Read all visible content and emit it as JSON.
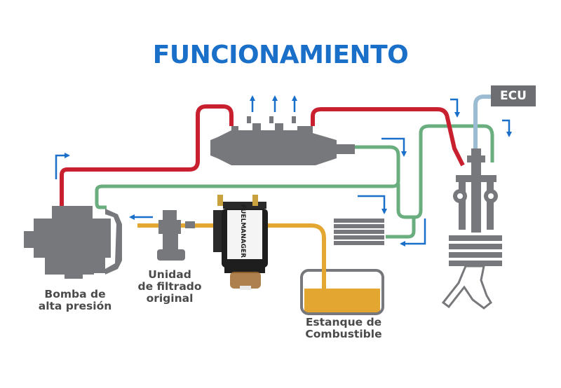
{
  "diagram": {
    "title": "FUNCIONAMIENTO",
    "ecu_label": "ECU",
    "labels": {
      "pump": [
        "Bomba de",
        "alta presión"
      ],
      "original_filter": [
        "Unidad",
        "de filtrado",
        "original"
      ],
      "tank": [
        "Estanque de",
        "Combustible"
      ]
    },
    "filter_brand": "FUELMANAGER",
    "colors": {
      "high_pressure_line": "#c8202f",
      "return_line": "#6aad7f",
      "fuel_feed_line": "#e3a630",
      "ecu_line": "#9cbcd3",
      "flow_arrow": "#1a6fc9",
      "component_gray": "#77787b",
      "title_blue": "#1a6fc9"
    }
  }
}
